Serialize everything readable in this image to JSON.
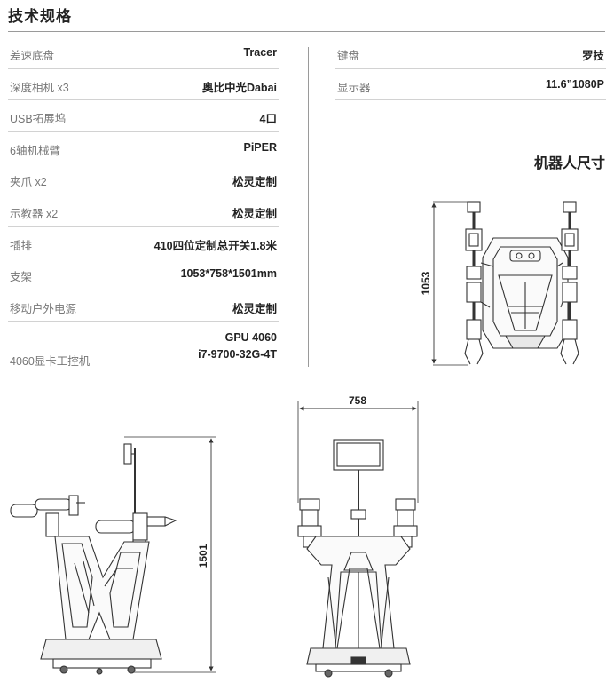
{
  "header": {
    "title": "技术规格"
  },
  "specs_left": [
    {
      "label": "差速底盘",
      "value": "Tracer"
    },
    {
      "label": "深度相机 x3",
      "value": "奥比中光Dabai"
    },
    {
      "label": "USB拓展坞",
      "value": "4口"
    },
    {
      "label": "6轴机械臂",
      "value": "PiPER"
    },
    {
      "label": "夹爪 x2",
      "value": "松灵定制"
    },
    {
      "label": "示教器 x2",
      "value": "松灵定制"
    },
    {
      "label": "插排",
      "value": "410四位定制总开关1.8米"
    },
    {
      "label": "支架",
      "value": "1053*758*1501mm"
    },
    {
      "label": "移动户外电源",
      "value": "松灵定制"
    },
    {
      "label": "4060显卡工控机",
      "value_line1": "GPU 4060",
      "value_line2": "i7-9700-32G-4T"
    }
  ],
  "specs_right": [
    {
      "label": "键盘",
      "value": "罗技"
    },
    {
      "label": "显示器",
      "value": "11.6”1080P"
    }
  ],
  "dimensions": {
    "title": "机器人尺寸",
    "depth": "1053",
    "width": "758",
    "height": "1501"
  }
}
